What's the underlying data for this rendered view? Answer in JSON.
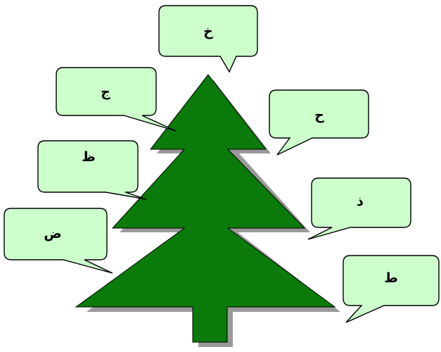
{
  "colors": {
    "tree_fill": "#0a7a0a",
    "tree_stroke": "#000000",
    "shadow": "#9a9a9a",
    "bubble_fill": "#ccffcc",
    "bubble_stroke": "#000000"
  },
  "bubbles": [
    {
      "id": "top",
      "label": "خ"
    },
    {
      "id": "upper-left",
      "label": "ج"
    },
    {
      "id": "upper-right",
      "label": "ح"
    },
    {
      "id": "middle-left",
      "label": "ظ"
    },
    {
      "id": "middle-right",
      "label": "ذ"
    },
    {
      "id": "lower-left",
      "label": "ض"
    },
    {
      "id": "lower-right",
      "label": "ط"
    }
  ]
}
